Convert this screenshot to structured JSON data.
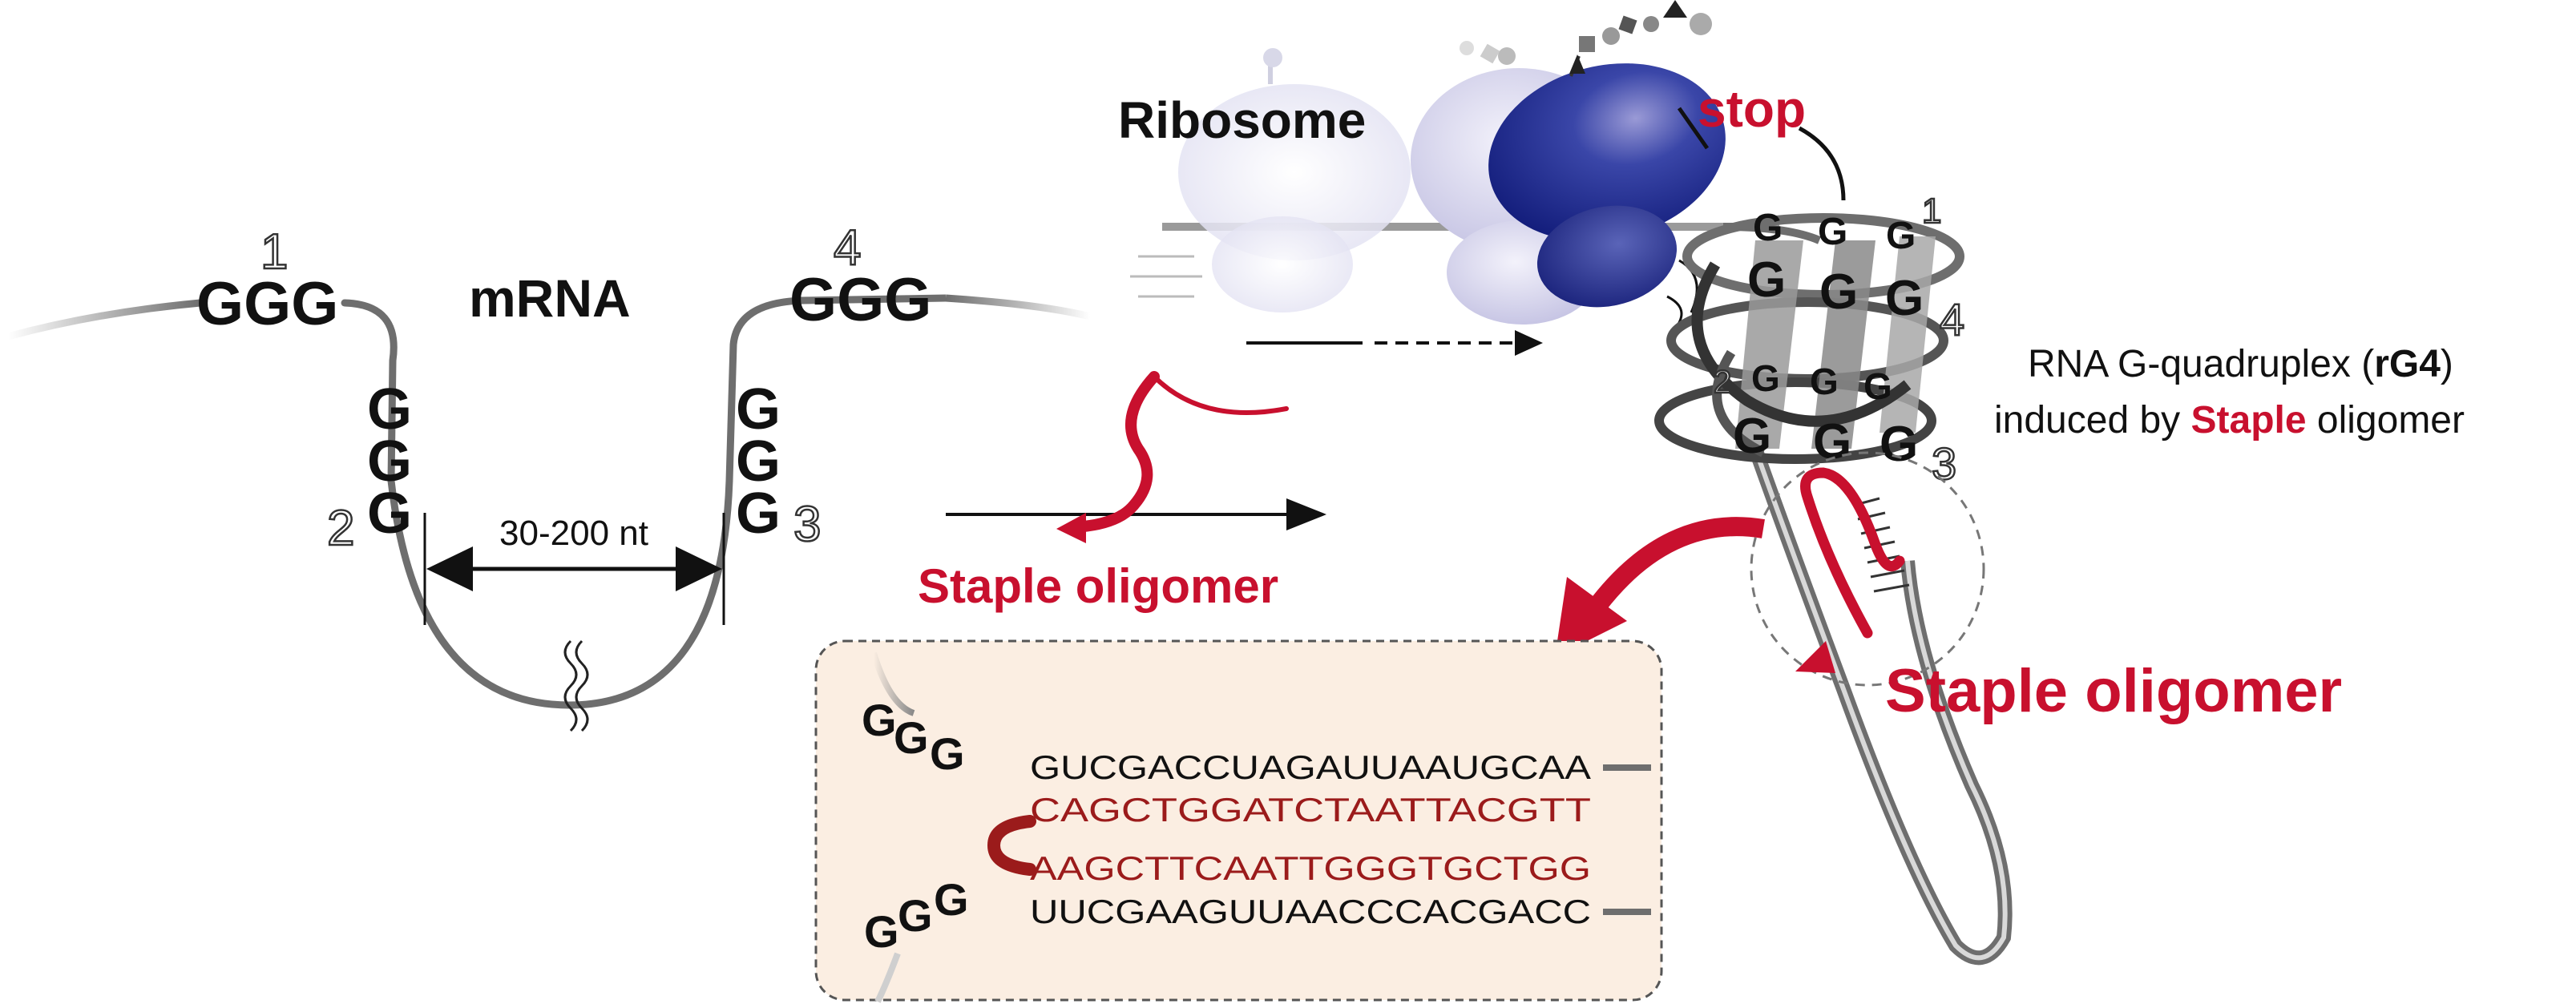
{
  "labels": {
    "mrna": "mRNA",
    "ribosome": "Ribosome",
    "stop": "stop",
    "spacer": "30-200 nt",
    "staple_left": "Staple oligomer",
    "staple_right": "Staple oligomer",
    "rg4_line1": "RNA G-quadruplex (",
    "rg4_bold": "rG4",
    "rg4_line1_end": ")",
    "rg4_line2_a": "induced by ",
    "rg4_line2_b": "Staple",
    "rg4_line2_c": " oligomer"
  },
  "tracts": {
    "t1": "GGG",
    "t2": [
      "G",
      "G",
      "G"
    ],
    "t3": [
      "G",
      "G",
      "G"
    ],
    "t4": "GGG",
    "g": "G"
  },
  "numbers": {
    "n1": "1",
    "n2": "2",
    "n3": "3",
    "n4": "4"
  },
  "inset": {
    "ggg_top": [
      "G",
      "G",
      "G"
    ],
    "ggg_bottom": [
      "G",
      "G",
      "G"
    ],
    "rna_top": "GUCGACCUAGAUUAAUGCAA",
    "staple_top": "CAGCTGGATCTAATTACGTT",
    "staple_bottom": "AAGCTTCAATTGGGTGCTGG",
    "rna_bottom": "UUCGAAGUUAACCCACGACC"
  },
  "colors": {
    "staple_red": "#c8102e",
    "dark_red": "#9b1b1b",
    "rna_gray": "#6e6e6e",
    "ribosome_blue": "#1a2a8c",
    "ribosome_lavender": "#c9c8e6",
    "inset_bg": "#fbeee2"
  }
}
